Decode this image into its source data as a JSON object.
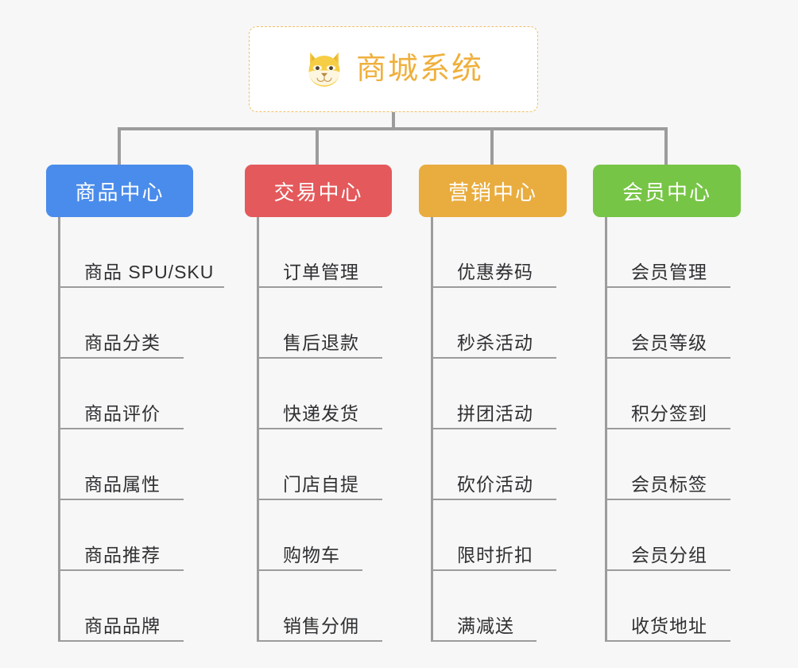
{
  "background_color": "#f7f7f7",
  "root": {
    "title": "商城系统",
    "icon": "shiba-dog-face-icon",
    "text_color": "#efb03d",
    "border_color": "#f0c068",
    "background_color": "#ffffff"
  },
  "connector_color": "#9c9c9c",
  "columns": [
    {
      "id": "product-center",
      "label": "商品中心",
      "color": "#4a8ceb",
      "items": [
        {
          "label": "商品 SPU/SKU",
          "rule_width": 206
        },
        {
          "label": "商品分类",
          "rule_width": 155
        },
        {
          "label": "商品评价",
          "rule_width": 155
        },
        {
          "label": "商品属性",
          "rule_width": 155
        },
        {
          "label": "商品推荐",
          "rule_width": 155
        },
        {
          "label": "商品品牌",
          "rule_width": 155
        }
      ]
    },
    {
      "id": "trade-center",
      "label": "交易中心",
      "color": "#e4595b",
      "items": [
        {
          "label": "订单管理",
          "rule_width": 155
        },
        {
          "label": "售后退款",
          "rule_width": 155
        },
        {
          "label": "快递发货",
          "rule_width": 155
        },
        {
          "label": "门店自提",
          "rule_width": 155
        },
        {
          "label": "购物车",
          "rule_width": 130
        },
        {
          "label": "销售分佣",
          "rule_width": 155
        }
      ]
    },
    {
      "id": "marketing-center",
      "label": "营销中心",
      "color": "#e9ac3e",
      "items": [
        {
          "label": "优惠券码",
          "rule_width": 155
        },
        {
          "label": "秒杀活动",
          "rule_width": 155
        },
        {
          "label": "拼团活动",
          "rule_width": 155
        },
        {
          "label": "砍价活动",
          "rule_width": 155
        },
        {
          "label": "限时折扣",
          "rule_width": 155
        },
        {
          "label": "满减送",
          "rule_width": 130
        }
      ]
    },
    {
      "id": "member-center",
      "label": "会员中心",
      "color": "#77c546",
      "items": [
        {
          "label": "会员管理",
          "rule_width": 155
        },
        {
          "label": "会员等级",
          "rule_width": 155
        },
        {
          "label": "积分签到",
          "rule_width": 155
        },
        {
          "label": "会员标签",
          "rule_width": 155
        },
        {
          "label": "会员分组",
          "rule_width": 155
        },
        {
          "label": "收货地址",
          "rule_width": 155
        }
      ]
    }
  ]
}
